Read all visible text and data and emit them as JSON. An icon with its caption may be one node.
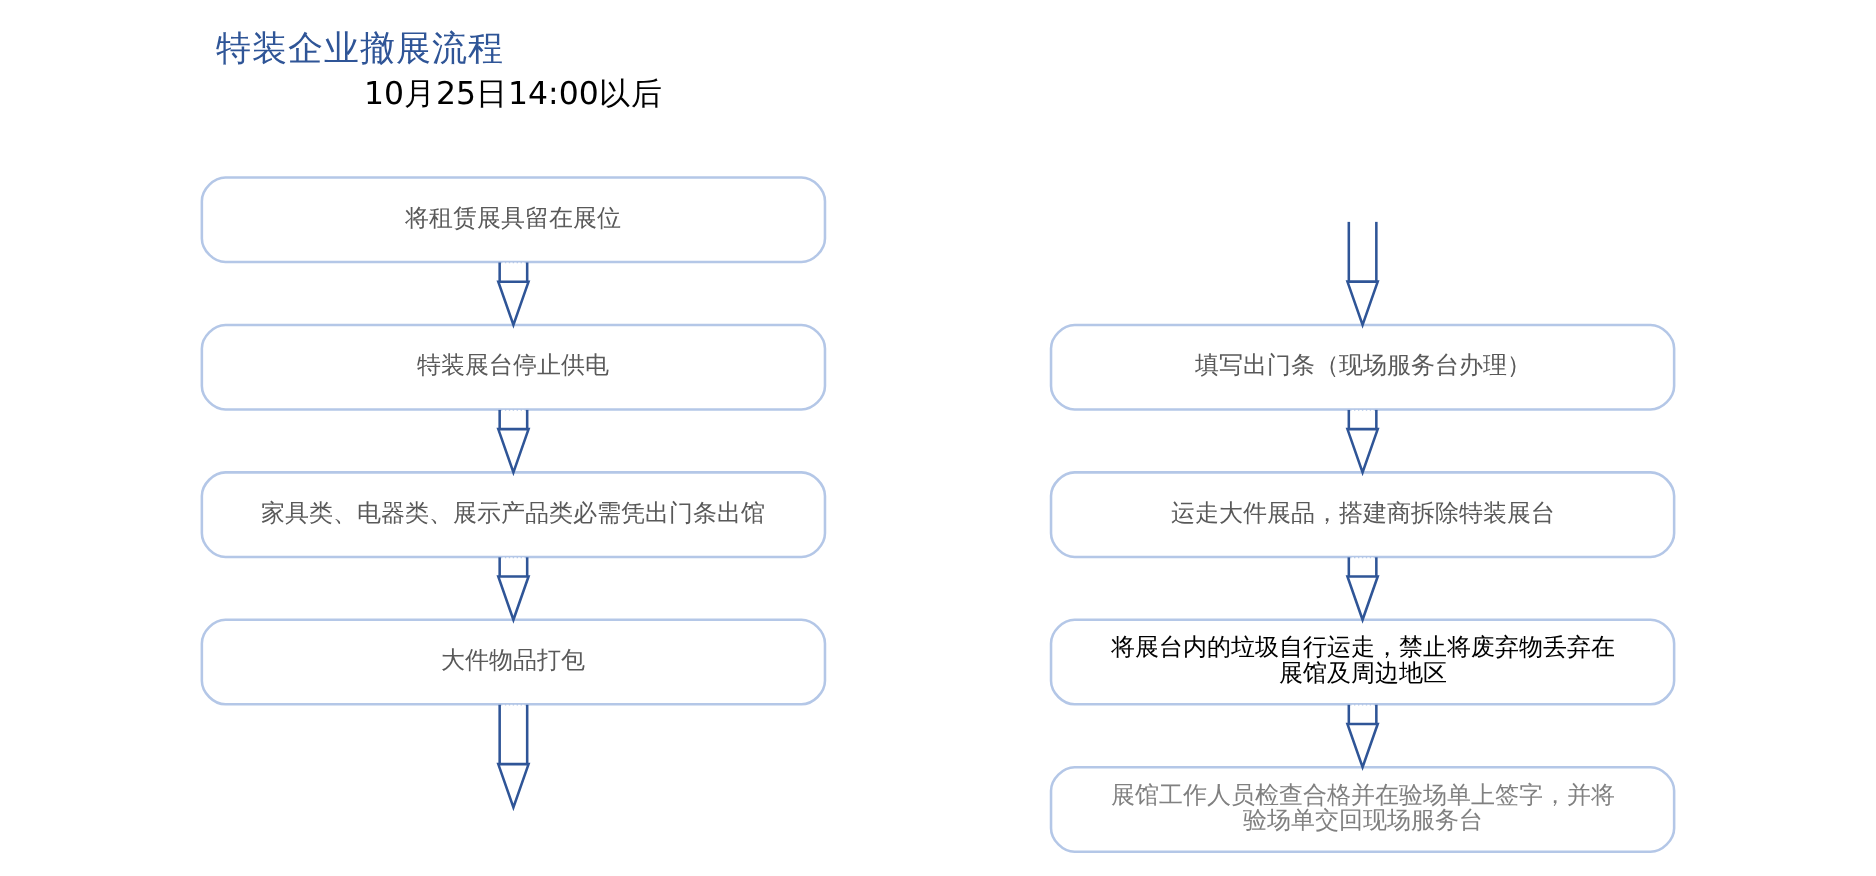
{
  "diagram": {
    "title": "特装企业撤展流程",
    "nodes": [
      {
        "text": [
          "将租赁展具留在展位"
        ]
      },
      {
        "text": [
          "特装展台停止供电"
        ]
      },
      {
        "text": [
          "家具类、电器类、展示产品类必需凭出门条出馆"
        ]
      },
      {
        "text": [
          "大件物品打包"
        ]
      },
      {
        "text": [
          "填写出门条（现场服务台办理）"
        ]
      },
      {
        "text": [
          "运走大件展品，搭建商拆除特装展台"
        ]
      },
      {
        "text": [
          "将展台内的垃圾自行运走，禁止将废弃物丢弃在展馆及周边地区"
        ]
      },
      {
        "text": [
          "展馆工作人员检查合格并在验场单上签字，并将验场单交回现场服务台"
        ]
      }
    ],
    "edges": [
      {
        "from": 0,
        "to": 1,
        "arrow": "to"
      },
      {
        "from": 1,
        "to": 2,
        "arrow": "to"
      },
      {
        "from": 2,
        "to": 3,
        "arrow": "to"
      },
      {
        "from": 3,
        "to": null,
        "arrow": "to"
      },
      {
        "from": null,
        "to": 4,
        "arrow": "to"
      },
      {
        "from": 4,
        "to": 5,
        "arrow": "to"
      },
      {
        "from": 5,
        "to": 6,
        "arrow": "to"
      },
      {
        "from": 6,
        "to": 7,
        "arrow": "to"
      }
    ],
    "labels": [
      "10月25日14:00以后"
    ]
  }
}
